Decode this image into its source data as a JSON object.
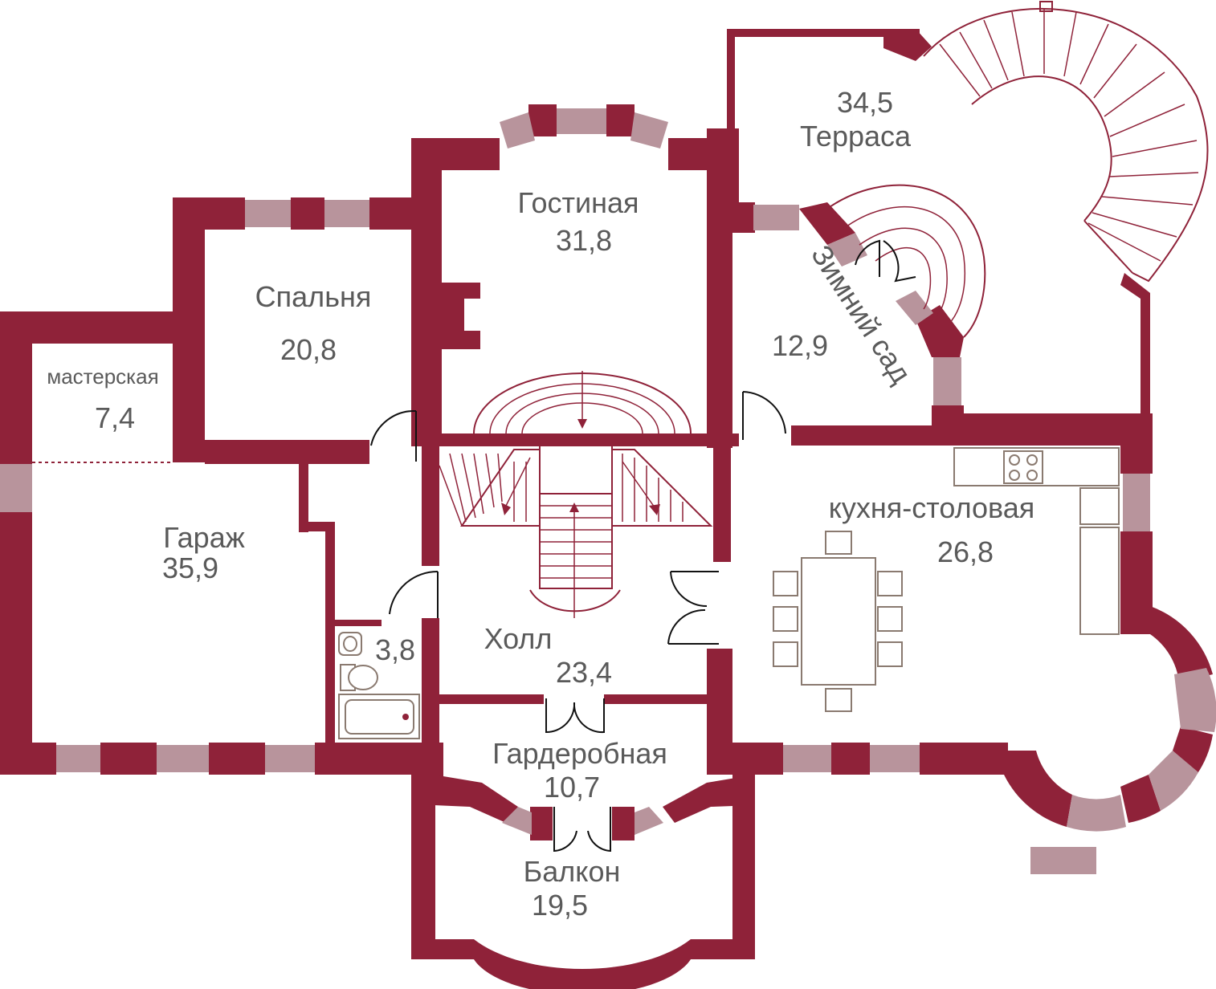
{
  "colors": {
    "wall": "#8f2239",
    "window": "#b8949c",
    "text": "#5a5a5a",
    "furniture": "#8a7a70"
  },
  "rooms": [
    {
      "id": "terrace",
      "name": "Терраса",
      "area": "34,5"
    },
    {
      "id": "living",
      "name": "Гостиная",
      "area": "31,8"
    },
    {
      "id": "bedroom",
      "name": "Спальня",
      "area": "20,8"
    },
    {
      "id": "workshop",
      "name": "мастерская",
      "area": "7,4"
    },
    {
      "id": "garage",
      "name": "Гараж",
      "area": "35,9"
    },
    {
      "id": "winter-garden",
      "name": "Зимний сад",
      "area": "12,9"
    },
    {
      "id": "kitchen",
      "name": "кухня-столовая",
      "area": "26,8"
    },
    {
      "id": "bathroom",
      "name": "",
      "area": "3,8"
    },
    {
      "id": "hall",
      "name": "Холл",
      "area": "23,4"
    },
    {
      "id": "wardrobe",
      "name": "Гардеробная",
      "area": "10,7"
    },
    {
      "id": "balcony",
      "name": "Балкон",
      "area": "19,5"
    }
  ]
}
